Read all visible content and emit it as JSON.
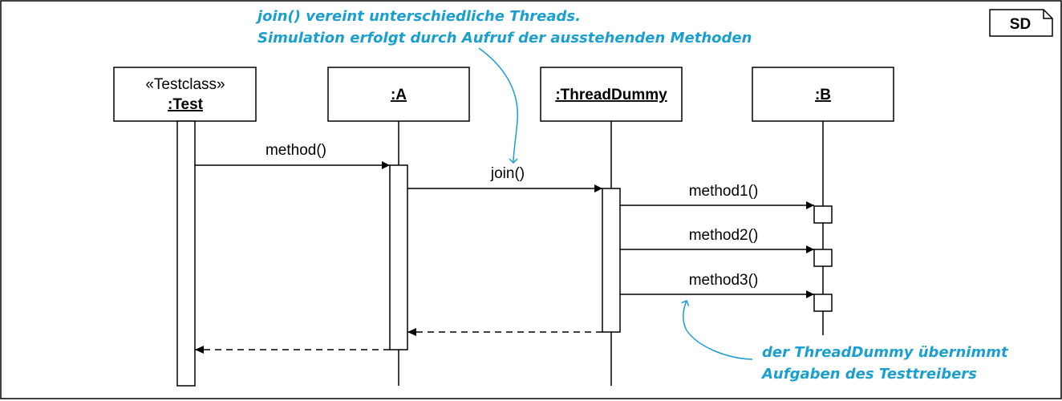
{
  "frame": {
    "tag": "SD"
  },
  "participants": [
    {
      "stereotype": "«Testclass»",
      "name": ":Test"
    },
    {
      "name": ":A"
    },
    {
      "name": ":ThreadDummy"
    },
    {
      "name": ":B"
    }
  ],
  "messages": {
    "m1": "method()",
    "m2": "join()",
    "m3": "method1()",
    "m4": "method2()",
    "m5": "method3()"
  },
  "notes": {
    "top": [
      "join() vereint unterschiedliche Threads.",
      "Simulation erfolgt durch Aufruf der ausstehenden Methoden"
    ],
    "bottom": [
      "der ThreadDummy übernimmt",
      "Aufgaben des Testtreibers"
    ]
  },
  "colors": {
    "note": "#1a9fd0",
    "line": "#000000"
  }
}
